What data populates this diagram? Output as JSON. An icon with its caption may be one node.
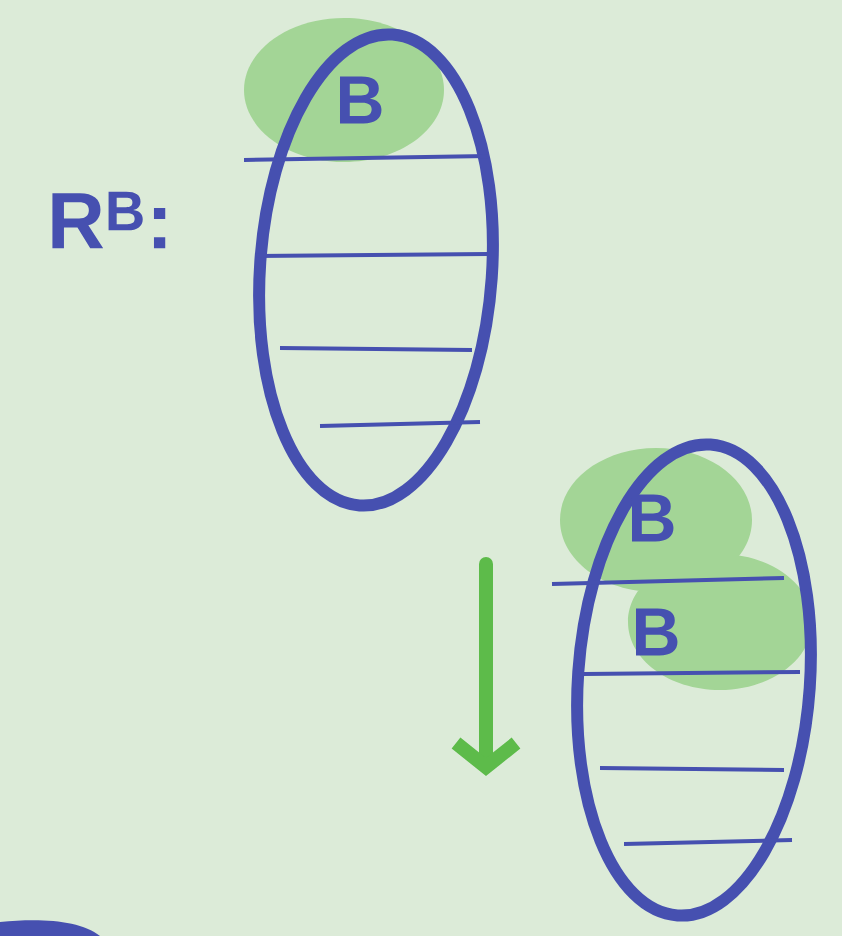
{
  "diagram": {
    "nodes": [
      {
        "text": [
          "B"
        ]
      },
      {
        "text": [
          "B",
          "B"
        ]
      }
    ],
    "labels": [
      "R$^{B}$:"
    ]
  }
}
